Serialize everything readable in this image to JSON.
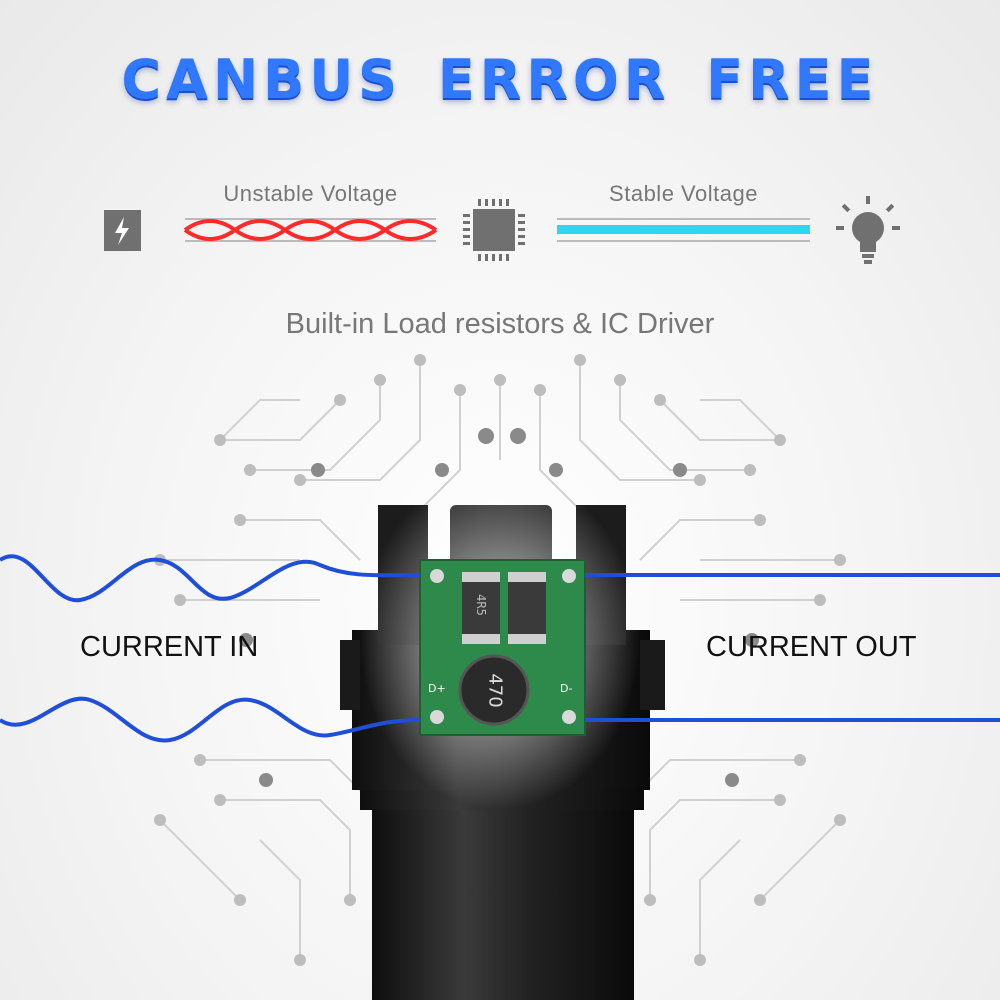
{
  "header": {
    "title": "CANBUS ERROR FREE"
  },
  "diagram": {
    "unstable_label": "Unstable Voltage",
    "stable_label": "Stable Voltage",
    "subtitle": "Built-in Load resistors & IC Driver",
    "icons": [
      "lightning-icon",
      "chip-icon",
      "bulb-icon"
    ],
    "unstable_color": "#ff2a2a",
    "stable_color": "#2fd6f0"
  },
  "product": {
    "current_in": "CURRENT IN",
    "current_out": "CURRENT OUT",
    "inductor_label": "470",
    "resistor_label": "4R5",
    "terminal_plus": "D+",
    "terminal_minus": "D-",
    "wire_color": "#1f4fd8",
    "pcb_color": "#2e8a4a"
  }
}
